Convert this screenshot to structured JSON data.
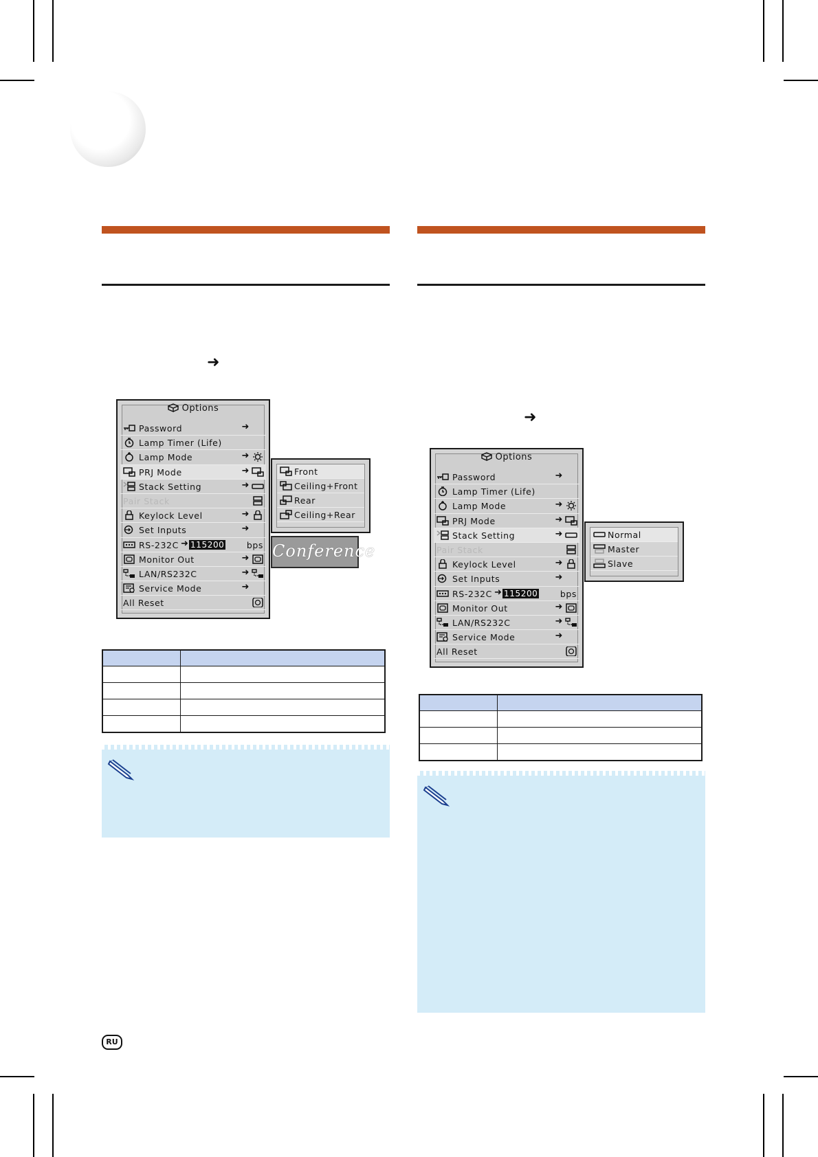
{
  "options_menu_left": {
    "title": "Options",
    "items": [
      {
        "label": "Password",
        "icon": "key-icon",
        "arrow": true,
        "value_icon": ""
      },
      {
        "label": "Lamp Timer (Life)",
        "icon": "timer-icon",
        "arrow": false,
        "value_icon": ""
      },
      {
        "label": "Lamp Mode",
        "icon": "lamp-icon",
        "arrow": true,
        "value_icon": "sun-icon"
      },
      {
        "label": "PRJ Mode",
        "icon": "projector-icon",
        "arrow": true,
        "value_icon": "projector-icon"
      },
      {
        "label": "Stack Setting",
        "icon": "stack-icon",
        "arrow": true,
        "value_icon": "bar-icon"
      },
      {
        "label": "Pair Stack",
        "icon": "",
        "arrow": false,
        "value_icon": "stack-icon"
      },
      {
        "label": "Keylock Level",
        "icon": "lock-icon",
        "arrow": true,
        "value_icon": "lock-icon"
      },
      {
        "label": "Set Inputs",
        "icon": "inputs-icon",
        "arrow": true,
        "value_icon": ""
      },
      {
        "label": "RS-232C",
        "icon": "rs232c-icon",
        "arrow": true,
        "value_icon": ""
      },
      {
        "label": "Monitor Out",
        "icon": "monitor-icon",
        "arrow": true,
        "value_icon": "monitor-icon"
      },
      {
        "label": "LAN/RS232C",
        "icon": "lan-icon",
        "arrow": true,
        "value_icon": "lan-icon"
      },
      {
        "label": "Service Mode",
        "icon": "service-icon",
        "arrow": true,
        "value_icon": ""
      },
      {
        "label": "All Reset",
        "icon": "",
        "arrow": false,
        "value_icon": "reset-icon"
      }
    ],
    "baud_value": "115200",
    "baud_unit": "bps"
  },
  "prj_submenu": {
    "items": [
      "Front",
      "Ceiling+Front",
      "Rear",
      "Ceiling+Rear"
    ]
  },
  "conference_label": "Conference",
  "options_menu_right": {
    "title": "Options",
    "items": [
      {
        "label": "Password"
      },
      {
        "label": "Lamp Timer (Life)"
      },
      {
        "label": "Lamp Mode"
      },
      {
        "label": "PRJ Mode"
      },
      {
        "label": "Stack Setting"
      },
      {
        "label": "Pair Stack"
      },
      {
        "label": "Keylock Level"
      },
      {
        "label": "Set Inputs"
      },
      {
        "label": "RS-232C"
      },
      {
        "label": "Monitor Out"
      },
      {
        "label": "LAN/RS232C"
      },
      {
        "label": "Service Mode"
      },
      {
        "label": "All Reset"
      }
    ],
    "baud_value": "115200",
    "baud_unit": "bps"
  },
  "stack_submenu": {
    "items": [
      "Normal",
      "Master",
      "Slave"
    ]
  },
  "page_badge": "RU",
  "colors": {
    "section_bar": "#c0531f",
    "table_header": "#c5d4ef",
    "note_bg": "#d4ecf8",
    "menu_bg": "#d4d4d4"
  }
}
